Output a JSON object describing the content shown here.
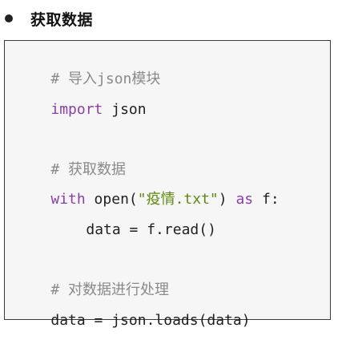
{
  "section": {
    "heading": "获取数据"
  },
  "code": {
    "line1_comment": "# 导入json模块",
    "line2_keyword": "import",
    "line2_rest": " json",
    "line4_comment": "# 获取数据",
    "line5_keyword_with": "with",
    "line5_open": " open(",
    "line5_string": "\"疫情.txt\"",
    "line5_close": ")",
    "line5_keyword_as": " as",
    "line5_rest": " f:",
    "line6_code": "data = f.read()",
    "line8_comment": "# 对数据进行处理",
    "line9_code": "data = json.loads(data)"
  },
  "colors": {
    "comment": "#8a8a8a",
    "keyword": "#8b3fa6",
    "string": "#5f8a10",
    "code_background": "#f6f6f6"
  }
}
